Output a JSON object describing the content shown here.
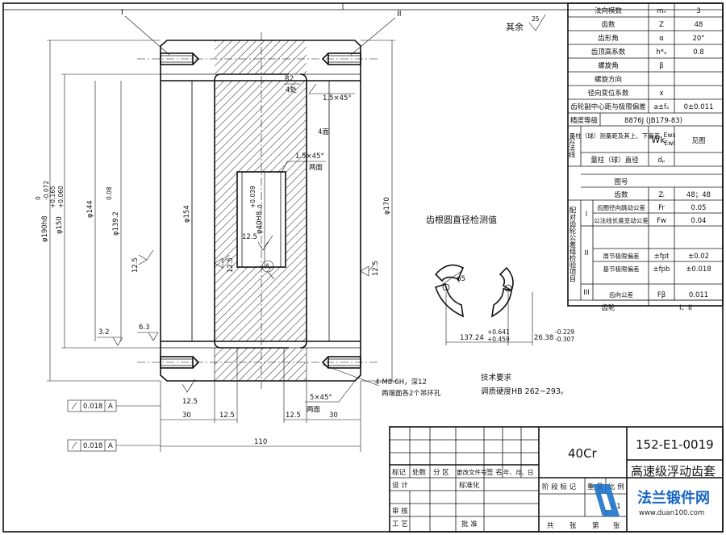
{
  "view": {
    "label_i": "I",
    "label_ii": "II",
    "r2": "R2",
    "r2_qty": "4处",
    "chamfer_top": "1.5×45°",
    "chamfer_mid": "1.5×45°",
    "chamfer_mid_note": "两面",
    "four_faces": "4面",
    "dia_190": "φ190h8",
    "dia_190_tol_top": "0",
    "dia_190_tol_bot": "-0.072",
    "dia_150": "φ150",
    "dia_150_tol_top": "+0.165",
    "dia_150_tol_bot": "+0.060",
    "dia_144": "φ144",
    "dia_139": "φ139.2",
    "dia_139_tol": "0.08",
    "dia_154": "φ154",
    "dia_40": "φ40H8",
    "dia_40_tol_top": "+0.039",
    "dia_40_tol_bot": "0",
    "dia_170": "φ170",
    "rough_125": "12.5",
    "rough_32": "3.2",
    "rough_63": "6.3",
    "datum_a": "A",
    "thread_note_1": "4-M8-6H，深12",
    "thread_note_2": "两端面各2个吊环孔",
    "chamfer_bottom": "5×45°",
    "chamfer_bottom_note": "两面",
    "dim_30_left": "30",
    "dim_125_left": "12.5",
    "dim_125_right": "12.5",
    "dim_30_right": "30",
    "dim_110": "110",
    "runout_1_value": "0.018",
    "runout_1_datum": "A",
    "runout_2_value": "0.018",
    "runout_2_datum": "A"
  },
  "surface_other": {
    "label": "其余",
    "value": "25"
  },
  "gear_check": {
    "title": "齿根圆直径检测值",
    "ball": "φ5",
    "dim_left": "137.24",
    "dim_left_tol_top": "+0.641",
    "dim_left_tol_bot": "+0.459",
    "dim_right": "26.38",
    "dim_right_tol_top": "-0.229",
    "dim_right_tol_bot": "-0.307"
  },
  "tech_req": {
    "title": "技术要求",
    "line1": "调质硬度HB 262~293。"
  },
  "params": [
    {
      "name": "法向模数",
      "sym": "mₙ",
      "val": "3"
    },
    {
      "name": "齿数",
      "sym": "Z",
      "val": "48"
    },
    {
      "name": "齿形角",
      "sym": "α",
      "val": "20°"
    },
    {
      "name": "齿顶高系数",
      "sym": "h*ₐ",
      "val": "0.8"
    },
    {
      "name": "螺旋角",
      "sym": "β",
      "val": ""
    },
    {
      "name": "螺旋方向",
      "sym": "",
      "val": ""
    },
    {
      "name": "径向变位系数",
      "sym": "x",
      "val": ""
    },
    {
      "name": "齿轮副中心距与极限偏差",
      "sym": "a±fₐ",
      "val": "0±0.011"
    }
  ],
  "precision": {
    "label": "精度等级",
    "value": "8876J (JB179-83)"
  },
  "common_normal": {
    "side": "公法线",
    "row1_name": "量柱（球）测量距及其上、下偏差",
    "row1_sym": "Wk",
    "row1_sym_sub_top": "Ews",
    "row1_sym_sub_bot": "Ewi",
    "row1_val": "见图",
    "row2_name": "量柱（球）直径",
    "row2_sym": "dₚ",
    "row2_val": ""
  },
  "mating": {
    "drawing_no": "图号",
    "teeth": "齿数",
    "teeth_sym": "Zᵢ",
    "teeth_val": "48；48"
  },
  "tolerance_group": {
    "side": "配对齿轮公差组检验项目",
    "group_i_side": "I",
    "group_ii_side": "II",
    "group_iii_side": "III",
    "rows": [
      {
        "name": "齿圈径向跳动公差",
        "sym": "Fr",
        "val": "0.05"
      },
      {
        "name": "公法线长度变动公差",
        "sym": "Fw",
        "val": "0.04"
      },
      {
        "name": "周节极限偏差",
        "sym": "±fpt",
        "val": "±0.02"
      },
      {
        "name": "基节极限偏差",
        "sym": "±fpb",
        "val": "±0.018"
      },
      {
        "name": "齿向公差",
        "sym": "Fβ",
        "val": "0.011"
      }
    ],
    "gear_label": "齿轮",
    "gear_val": "I、II"
  },
  "title_block": {
    "material": "40Cr",
    "drawing_number": "152-E1-0019",
    "part_name": "高速级浮动齿套",
    "mark": "标记",
    "count": "处数",
    "zone": "分 区",
    "change_doc": "更改文件号",
    "signature": "签 名",
    "date": "年、月、日",
    "design": "设 计",
    "standardize": "标准化",
    "stage_mark": "阶 段 标 记",
    "weight": "重 量",
    "scale": "比 例",
    "scale_val": "1:1",
    "review": "审 核",
    "process": "工 艺",
    "approve": "批 准",
    "total": "共",
    "sheets": "张",
    "sheet_no": "第",
    "sheet_unit": "张"
  },
  "watermark": {
    "text": "法兰锻件网",
    "url": "www.duan100.com"
  }
}
